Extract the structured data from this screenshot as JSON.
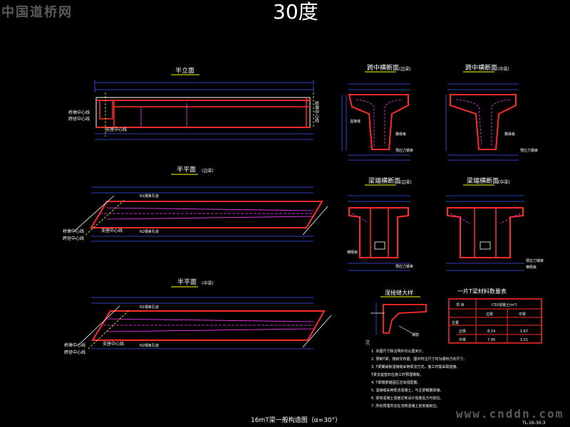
{
  "watermark": {
    "top_left": "中国道桥网",
    "bottom_right": "www.cnddn.com"
  },
  "header_title": "30度",
  "elevation": {
    "title": "半立面",
    "label_support_center": "桥墩中心线",
    "label_bearing_center": "支座中心线",
    "label_span_center": "跨径中心线",
    "label_side": "桥墩中心线"
  },
  "plan_side": {
    "title": "半平面",
    "note": "(边梁)",
    "label_a": "桥墩中心线",
    "label_b": "支座中心线",
    "label_c": "跨径中心线",
    "label_hole1": "N1钢束孔道",
    "label_hole2": "N2钢束孔道"
  },
  "plan_mid": {
    "title": "半平面",
    "note": "(中梁)",
    "label_a": "桥墩中心线",
    "label_b": "支座中心线",
    "label_c": "跨径中心线",
    "label_hole1": "N1钢束孔道",
    "label_hole2": "N2钢束孔道"
  },
  "sec_midspan_side": {
    "title": "跨中横断面",
    "note": "(边梁)",
    "label_1": "湿接缝",
    "label_2": "翼缘板",
    "label_3": "预应力钢束"
  },
  "sec_midspan_mid": {
    "title": "跨中横断面",
    "note": "(中梁)",
    "label_1": "预应力钢束",
    "label_2": "翼缘板"
  },
  "sec_end_side": {
    "title": "梁端横断面",
    "note": "(边梁)",
    "label_1": "横隔板",
    "label_2": "预应力钢束"
  },
  "sec_end_mid": {
    "title": "梁端横断面",
    "note": "(中梁)",
    "label_1": "预应力钢束",
    "label_2": "横隔板"
  },
  "detail": {
    "title": "湿接缝大样",
    "label": "钢筋"
  },
  "qty_table": {
    "title": "一片T梁材料数量表",
    "headers": [
      "项 目",
      "C50混凝土(m³)"
    ],
    "sub_headers": [
      "边梁",
      "中梁"
    ],
    "row_label": "位置",
    "rows": [
      {
        "name": "边梁",
        "c1": "8.24",
        "c2": "1.67"
      },
      {
        "name": "中梁",
        "c1": "7.95",
        "c2": "1.51"
      }
    ]
  },
  "notes": {
    "heading": "注",
    "items": [
      "1. 本图尺寸除注明外均以厘米计。",
      "2. 预制T梁，按斜交布置，图中所注尺寸均为顺桥方向尺寸。",
      "3. T梁翼缘板湿接缝采用现浇方式，施工时需采取措施。",
      "   T梁支座垫石在施工时预埋钢板。",
      "4. T梁端部锚固区应加强配筋。",
      "5. 湿接缝采用现浇混凝土，与主梁钢筋焊接。",
      "6. 梁体混凝土强度达到设计强度后方可张拉。",
      "7. 所有预埋件应在浇筑混凝土前安装就位。"
    ]
  },
  "drawing_title": "16mT梁一般构造图（α=30°）",
  "drawing_number": "TL-16-30-3",
  "colors": {
    "bg": "#000000",
    "red": "#ff2a2a",
    "blue": "#3c5cff",
    "white": "#ffffff",
    "magenta": "#ff3cff",
    "yellow": "#ffff00",
    "cyan": "#20e8ff"
  }
}
